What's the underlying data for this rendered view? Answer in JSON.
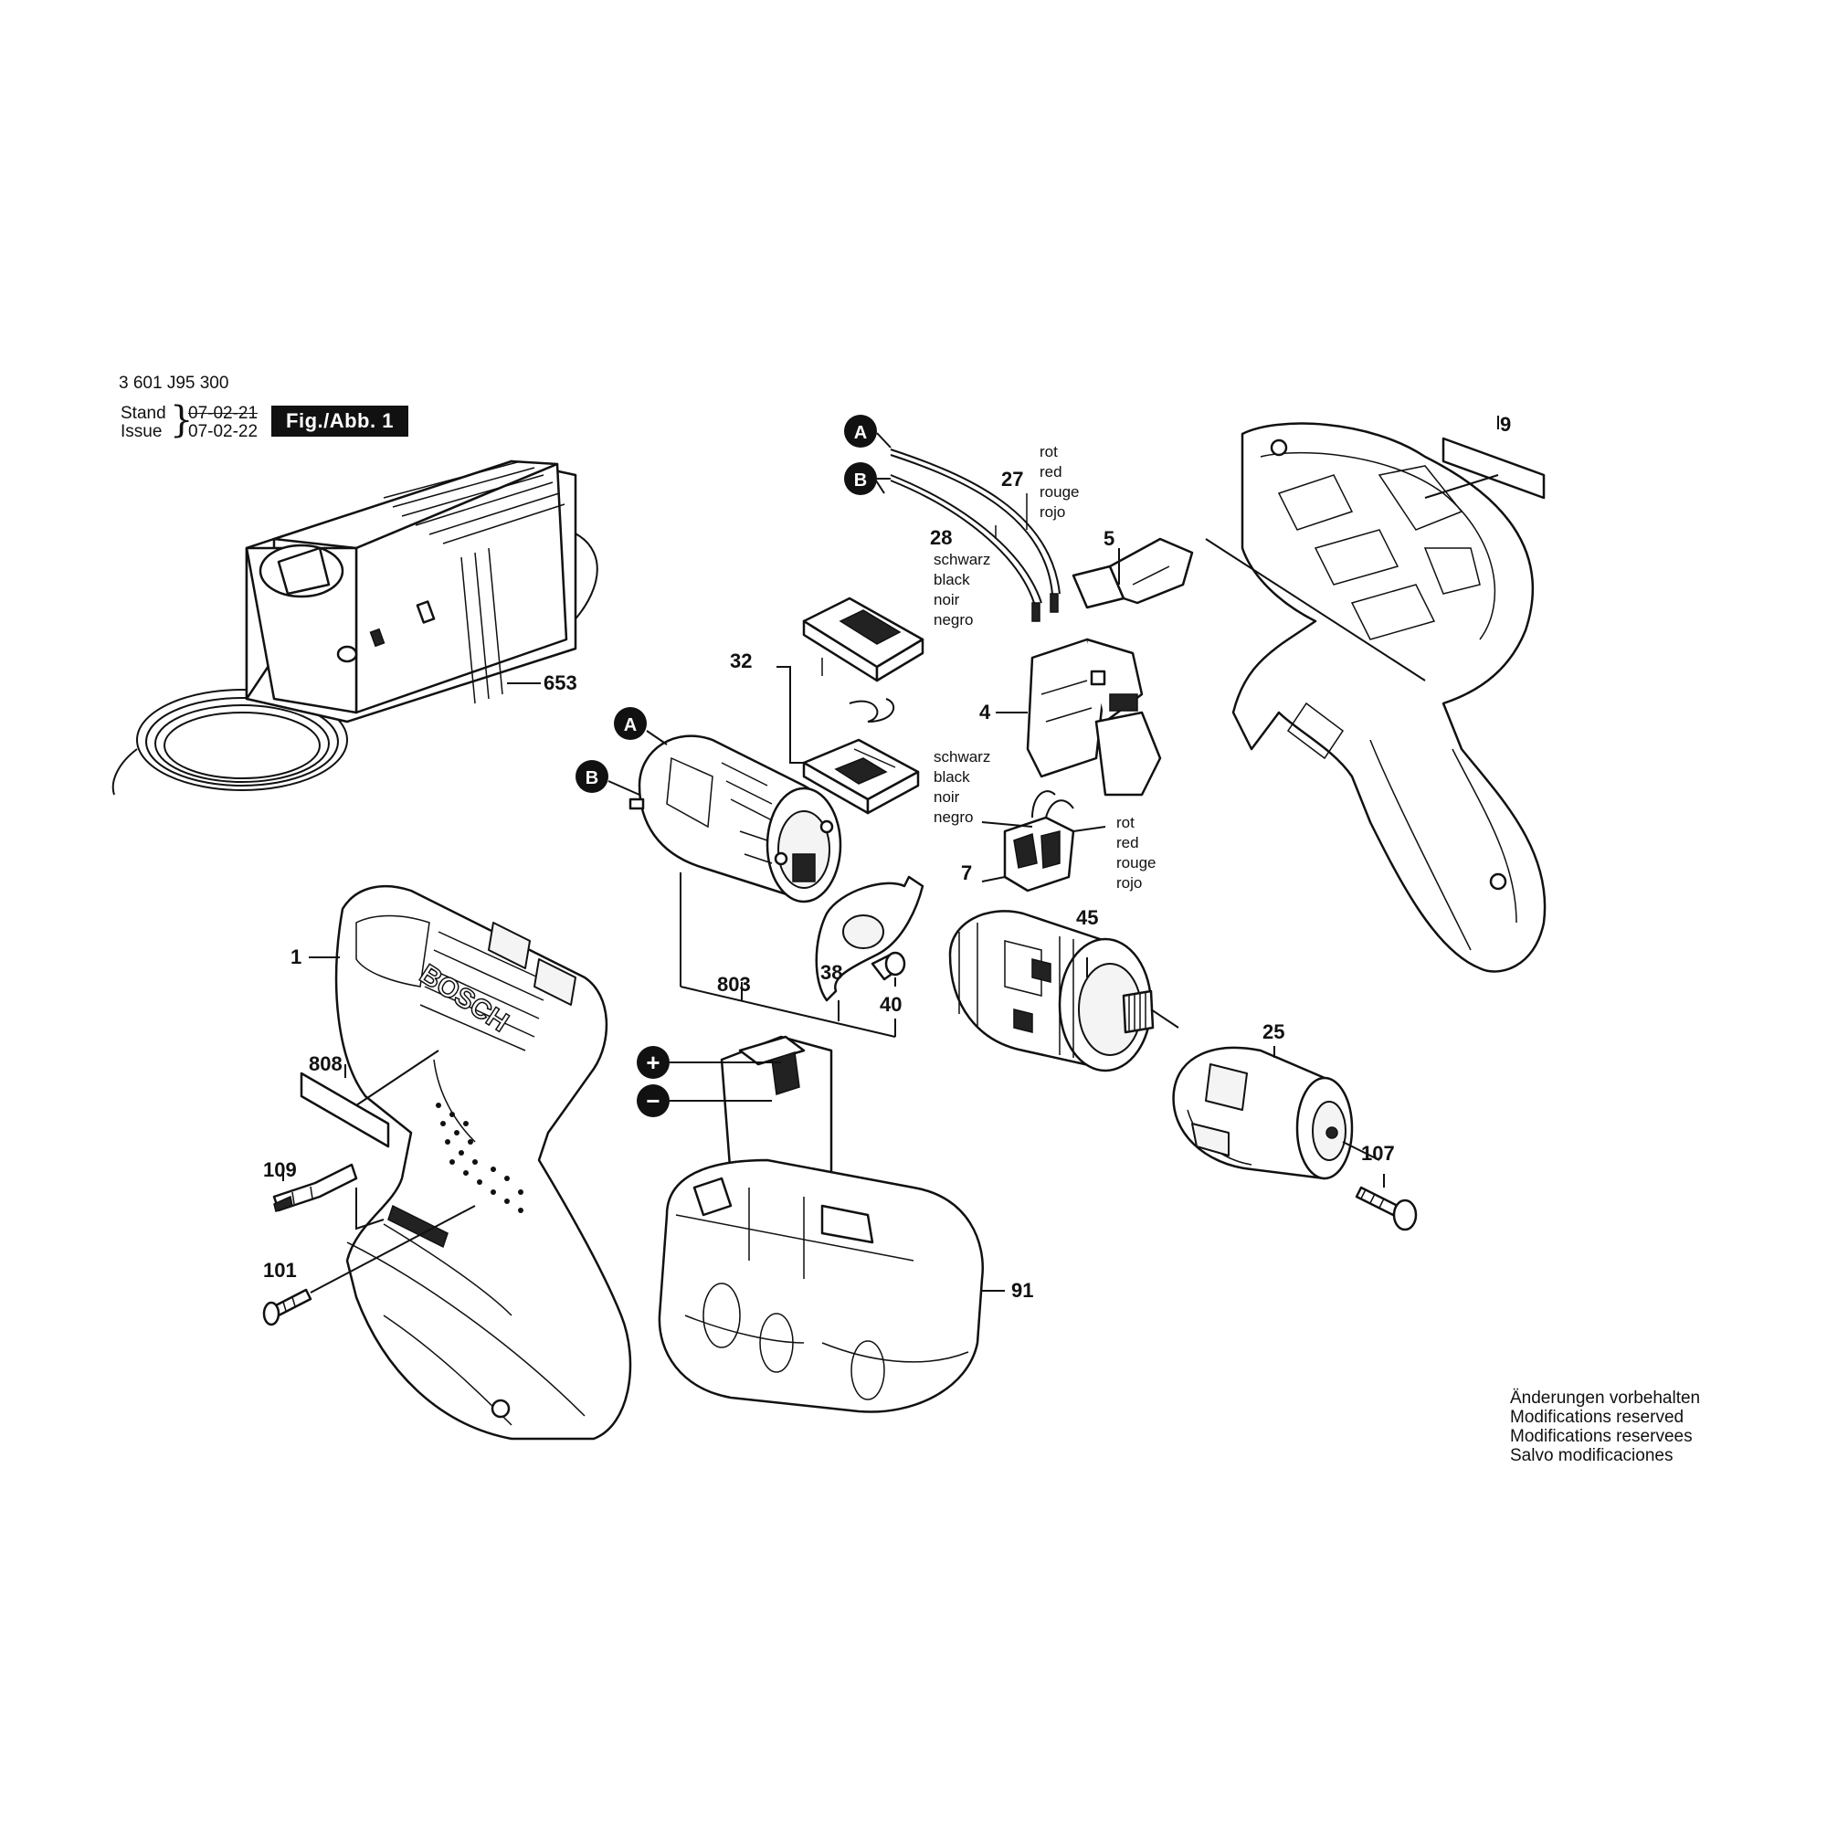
{
  "header": {
    "doc_number": "3 601 J95 300",
    "stand_label": "Stand",
    "issue_label": "Issue",
    "stand_date": "07-02-21",
    "issue_date": "07-02-22",
    "figure_label": "Fig./Abb. 1"
  },
  "connectors": {
    "A": "A",
    "B": "B",
    "plus": "+",
    "minus": "−"
  },
  "callouts": [
    {
      "id": "1",
      "label": "1"
    },
    {
      "id": "4",
      "label": "4"
    },
    {
      "id": "5",
      "label": "5"
    },
    {
      "id": "7",
      "label": "7"
    },
    {
      "id": "9",
      "label": "9"
    },
    {
      "id": "25",
      "label": "25"
    },
    {
      "id": "27",
      "label": "27"
    },
    {
      "id": "28",
      "label": "28"
    },
    {
      "id": "32",
      "label": "32"
    },
    {
      "id": "38",
      "label": "38"
    },
    {
      "id": "40",
      "label": "40"
    },
    {
      "id": "45",
      "label": "45"
    },
    {
      "id": "91",
      "label": "91"
    },
    {
      "id": "101",
      "label": "101"
    },
    {
      "id": "107",
      "label": "107"
    },
    {
      "id": "109",
      "label": "109"
    },
    {
      "id": "653",
      "label": "653"
    },
    {
      "id": "803",
      "label": "803"
    },
    {
      "id": "808",
      "label": "808"
    }
  ],
  "wire_colors": {
    "red_27": [
      "rot",
      "red",
      "rouge",
      "rojo"
    ],
    "black_28": [
      "schwarz",
      "black",
      "noir",
      "negro"
    ],
    "black_7": [
      "schwarz",
      "black",
      "noir",
      "negro"
    ],
    "red_7": [
      "rot",
      "red",
      "rouge",
      "rojo"
    ]
  },
  "brand_text": "BOSCH",
  "footer": [
    "Änderungen vorbehalten",
    "Modifications reserved",
    "Modifications reservees",
    "Salvo modificaciones"
  ]
}
